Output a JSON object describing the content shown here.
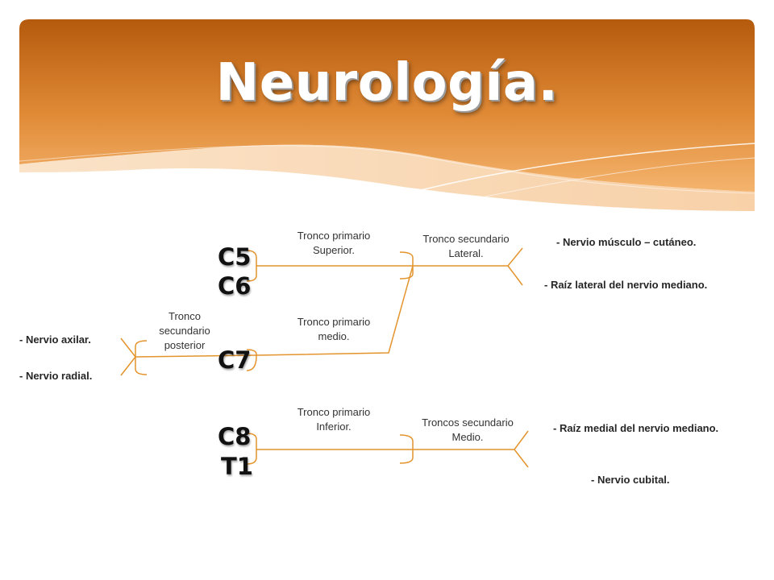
{
  "slide": {
    "title": "Neurología."
  },
  "colors": {
    "header_dark": "#b45a0d",
    "header_light": "#f3b06a",
    "line": "#e3942d"
  },
  "roots": {
    "c5": "C5",
    "c6": "C6",
    "c7": "C7",
    "c8": "C8",
    "t1": "T1"
  },
  "trunks": {
    "superior": "Tronco primario Superior.",
    "medio": "Tronco primario medio.",
    "inferior": "Tronco primario Inferior.",
    "lateral": "Tronco secundario Lateral.",
    "medial": "Troncos secundario Medio.",
    "posterior": "Tronco secundario posterior"
  },
  "nerves": {
    "musculocutaneo": "- Nervio músculo – cutáneo.",
    "raiz_lateral": "- Raíz lateral del nervio mediano.",
    "raiz_medial": "- Raíz medial del nervio mediano.",
    "cubital": "- Nervio cubital.",
    "axilar": "- Nervio axilar.",
    "radial": "- Nervio radial."
  }
}
